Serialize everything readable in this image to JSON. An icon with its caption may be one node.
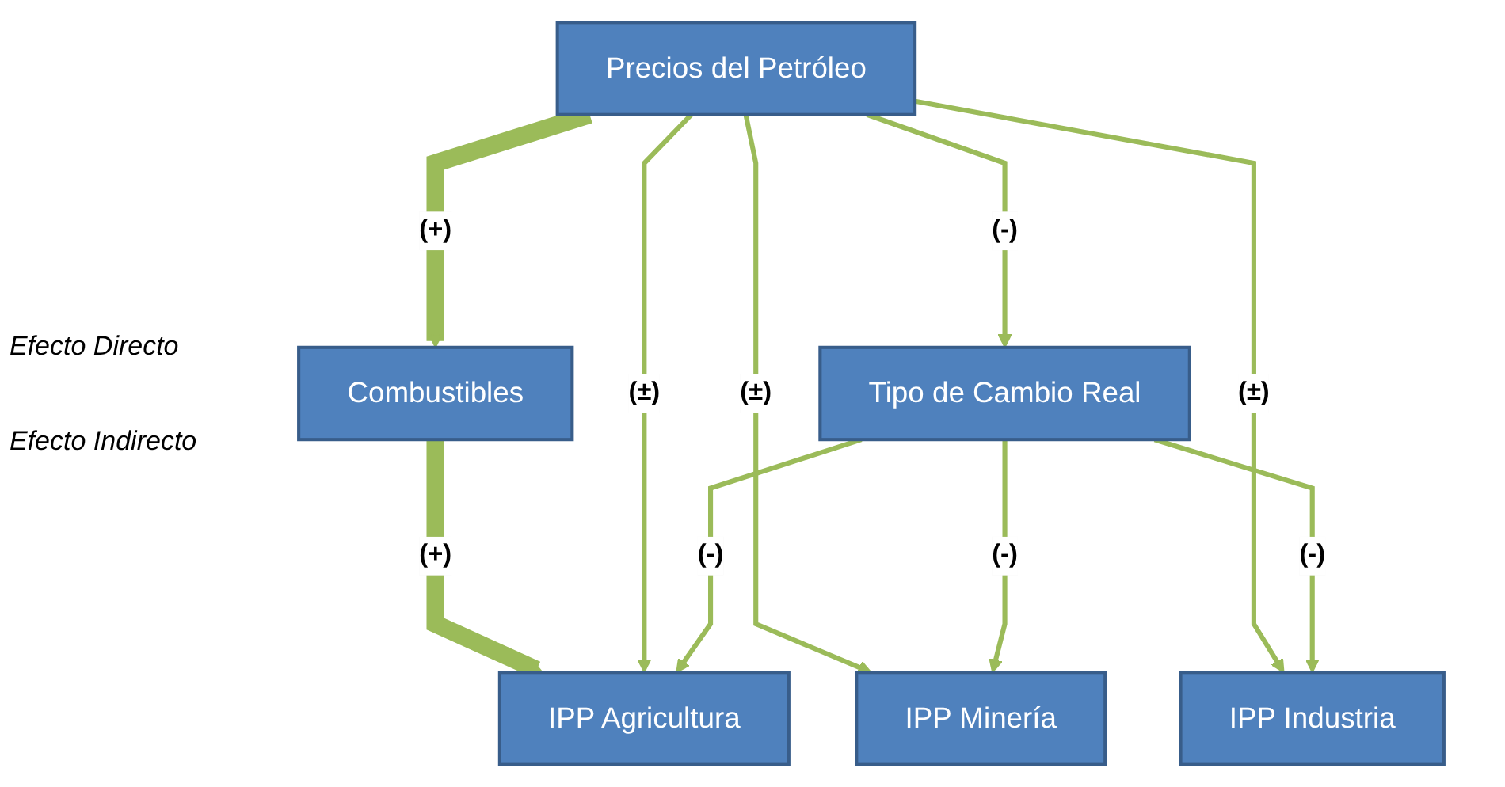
{
  "diagram": {
    "nodes": [
      {
        "text": [
          "Precios del Petróleo"
        ]
      },
      {
        "text": [
          "Combustibles"
        ]
      },
      {
        "text": [
          "Tipo de Cambio Real"
        ]
      },
      {
        "text": [
          "IPP Agricultura"
        ]
      },
      {
        "text": [
          "IPP Minería"
        ]
      },
      {
        "text": [
          "IPP Industria"
        ]
      }
    ],
    "edges": [
      {
        "from": 0,
        "to": 1,
        "arrow": "to",
        "label": "(+)",
        "style": "thick"
      },
      {
        "from": 0,
        "to": 2,
        "arrow": "to",
        "label": "(-)"
      },
      {
        "from": 1,
        "to": 3,
        "arrow": "to",
        "label": "(+)",
        "style": "thick"
      },
      {
        "from": 0,
        "to": 3,
        "arrow": "to",
        "label": "(±)"
      },
      {
        "from": 0,
        "to": 4,
        "arrow": "to",
        "label": "(±)"
      },
      {
        "from": 0,
        "to": 5,
        "arrow": "to",
        "label": "(±)"
      },
      {
        "from": 2,
        "to": 3,
        "arrow": "to",
        "label": "(-)"
      },
      {
        "from": 2,
        "to": 4,
        "arrow": "to",
        "label": "(-)"
      },
      {
        "from": 2,
        "to": 5,
        "arrow": "to",
        "label": "(-)"
      }
    ],
    "labels": [
      "Efecto Directo",
      "Efecto Indirecto"
    ]
  }
}
